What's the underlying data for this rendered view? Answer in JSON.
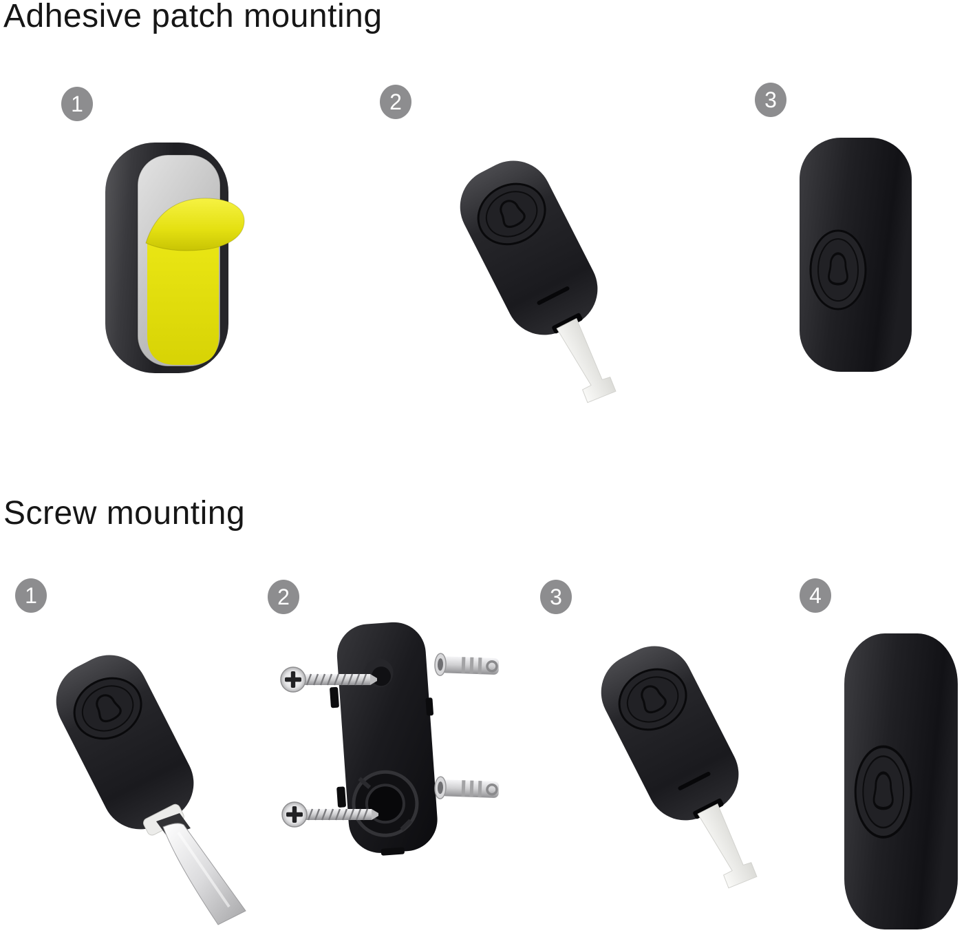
{
  "page": {
    "background_color": "#ffffff"
  },
  "colors": {
    "title_text": "#161616",
    "step_badge": "#8d8d8f",
    "step_badge_number": "#ffffff",
    "device_body_black": "#1d1d20",
    "backplate_light_gray": "#c9c9c9",
    "adhesive_yellow": "#e7e312",
    "pull_tab_white": "#f0f0ee",
    "screw_silver": "#d6d6d8",
    "wall_anchor_gray": "#c4c4c6"
  },
  "sections": [
    {
      "title": "Adhesive patch mounting",
      "steps": [
        {
          "number": "1",
          "figure": "doorbell-back-with-adhesive-patch-peeling"
        },
        {
          "number": "2",
          "figure": "doorbell-tilted-with-battery-pull-tab"
        },
        {
          "number": "3",
          "figure": "doorbell-front-mounted"
        }
      ]
    },
    {
      "title": "Screw mounting",
      "steps": [
        {
          "number": "1",
          "figure": "doorbell-tilted-with-pry-tool-opening-back"
        },
        {
          "number": "2",
          "figure": "backplate-with-screws-and-wall-anchors"
        },
        {
          "number": "3",
          "figure": "doorbell-tilted-with-battery-pull-tab"
        },
        {
          "number": "4",
          "figure": "doorbell-front-mounted"
        }
      ]
    }
  ]
}
